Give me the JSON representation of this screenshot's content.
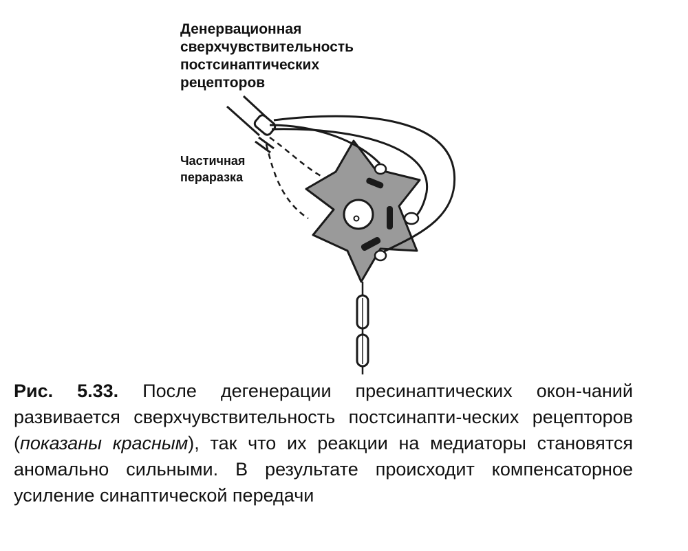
{
  "labels": {
    "hypersensitivity": [
      "Денервационная",
      "сверхчувствительность",
      "постсинаптических",
      "рецепторов"
    ],
    "partial_damage": [
      "Частичная",
      "пераразка"
    ]
  },
  "caption": {
    "figure_number": "Рис. 5.33.",
    "text_before": "После дегенерации пресинаптических окон-чаний развивается сверхчувствительность постсинапти-ческих рецепторов (",
    "emphasis": "показаны красным",
    "text_after": "), так что их реакции на медиаторы становятся аномально сильными. В результате происходит компенсаторное усиление синаптической передачи"
  },
  "colors": {
    "cell_fill": "#9a9a9a",
    "line": "#1a1a1a",
    "background": "#ffffff"
  }
}
